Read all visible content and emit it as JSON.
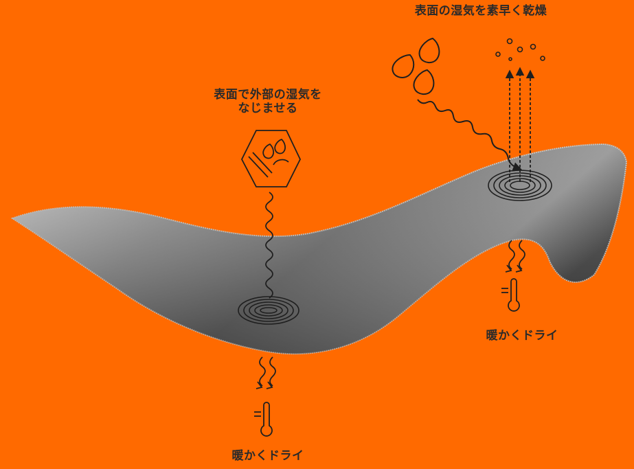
{
  "labels": {
    "top": "表面の湿気を素早く乾燥",
    "middle_line1": "表面で外部の湿気を",
    "middle_line2": "なじませる",
    "right_warm": "暖かくドライ",
    "bottom_warm": "暖かくドライ"
  },
  "colors": {
    "background": "#ff6a00",
    "fabric_light": "#b3b3b3",
    "fabric_dark": "#3a3a3a",
    "line": "#1f1f1f"
  },
  "icons": [
    "water-drops-icon",
    "hexagon-fabric-icon",
    "ripple-icon",
    "heat-wave-icon",
    "thermometer-icon",
    "evaporation-bubbles-icon",
    "upward-arrows-icon"
  ]
}
